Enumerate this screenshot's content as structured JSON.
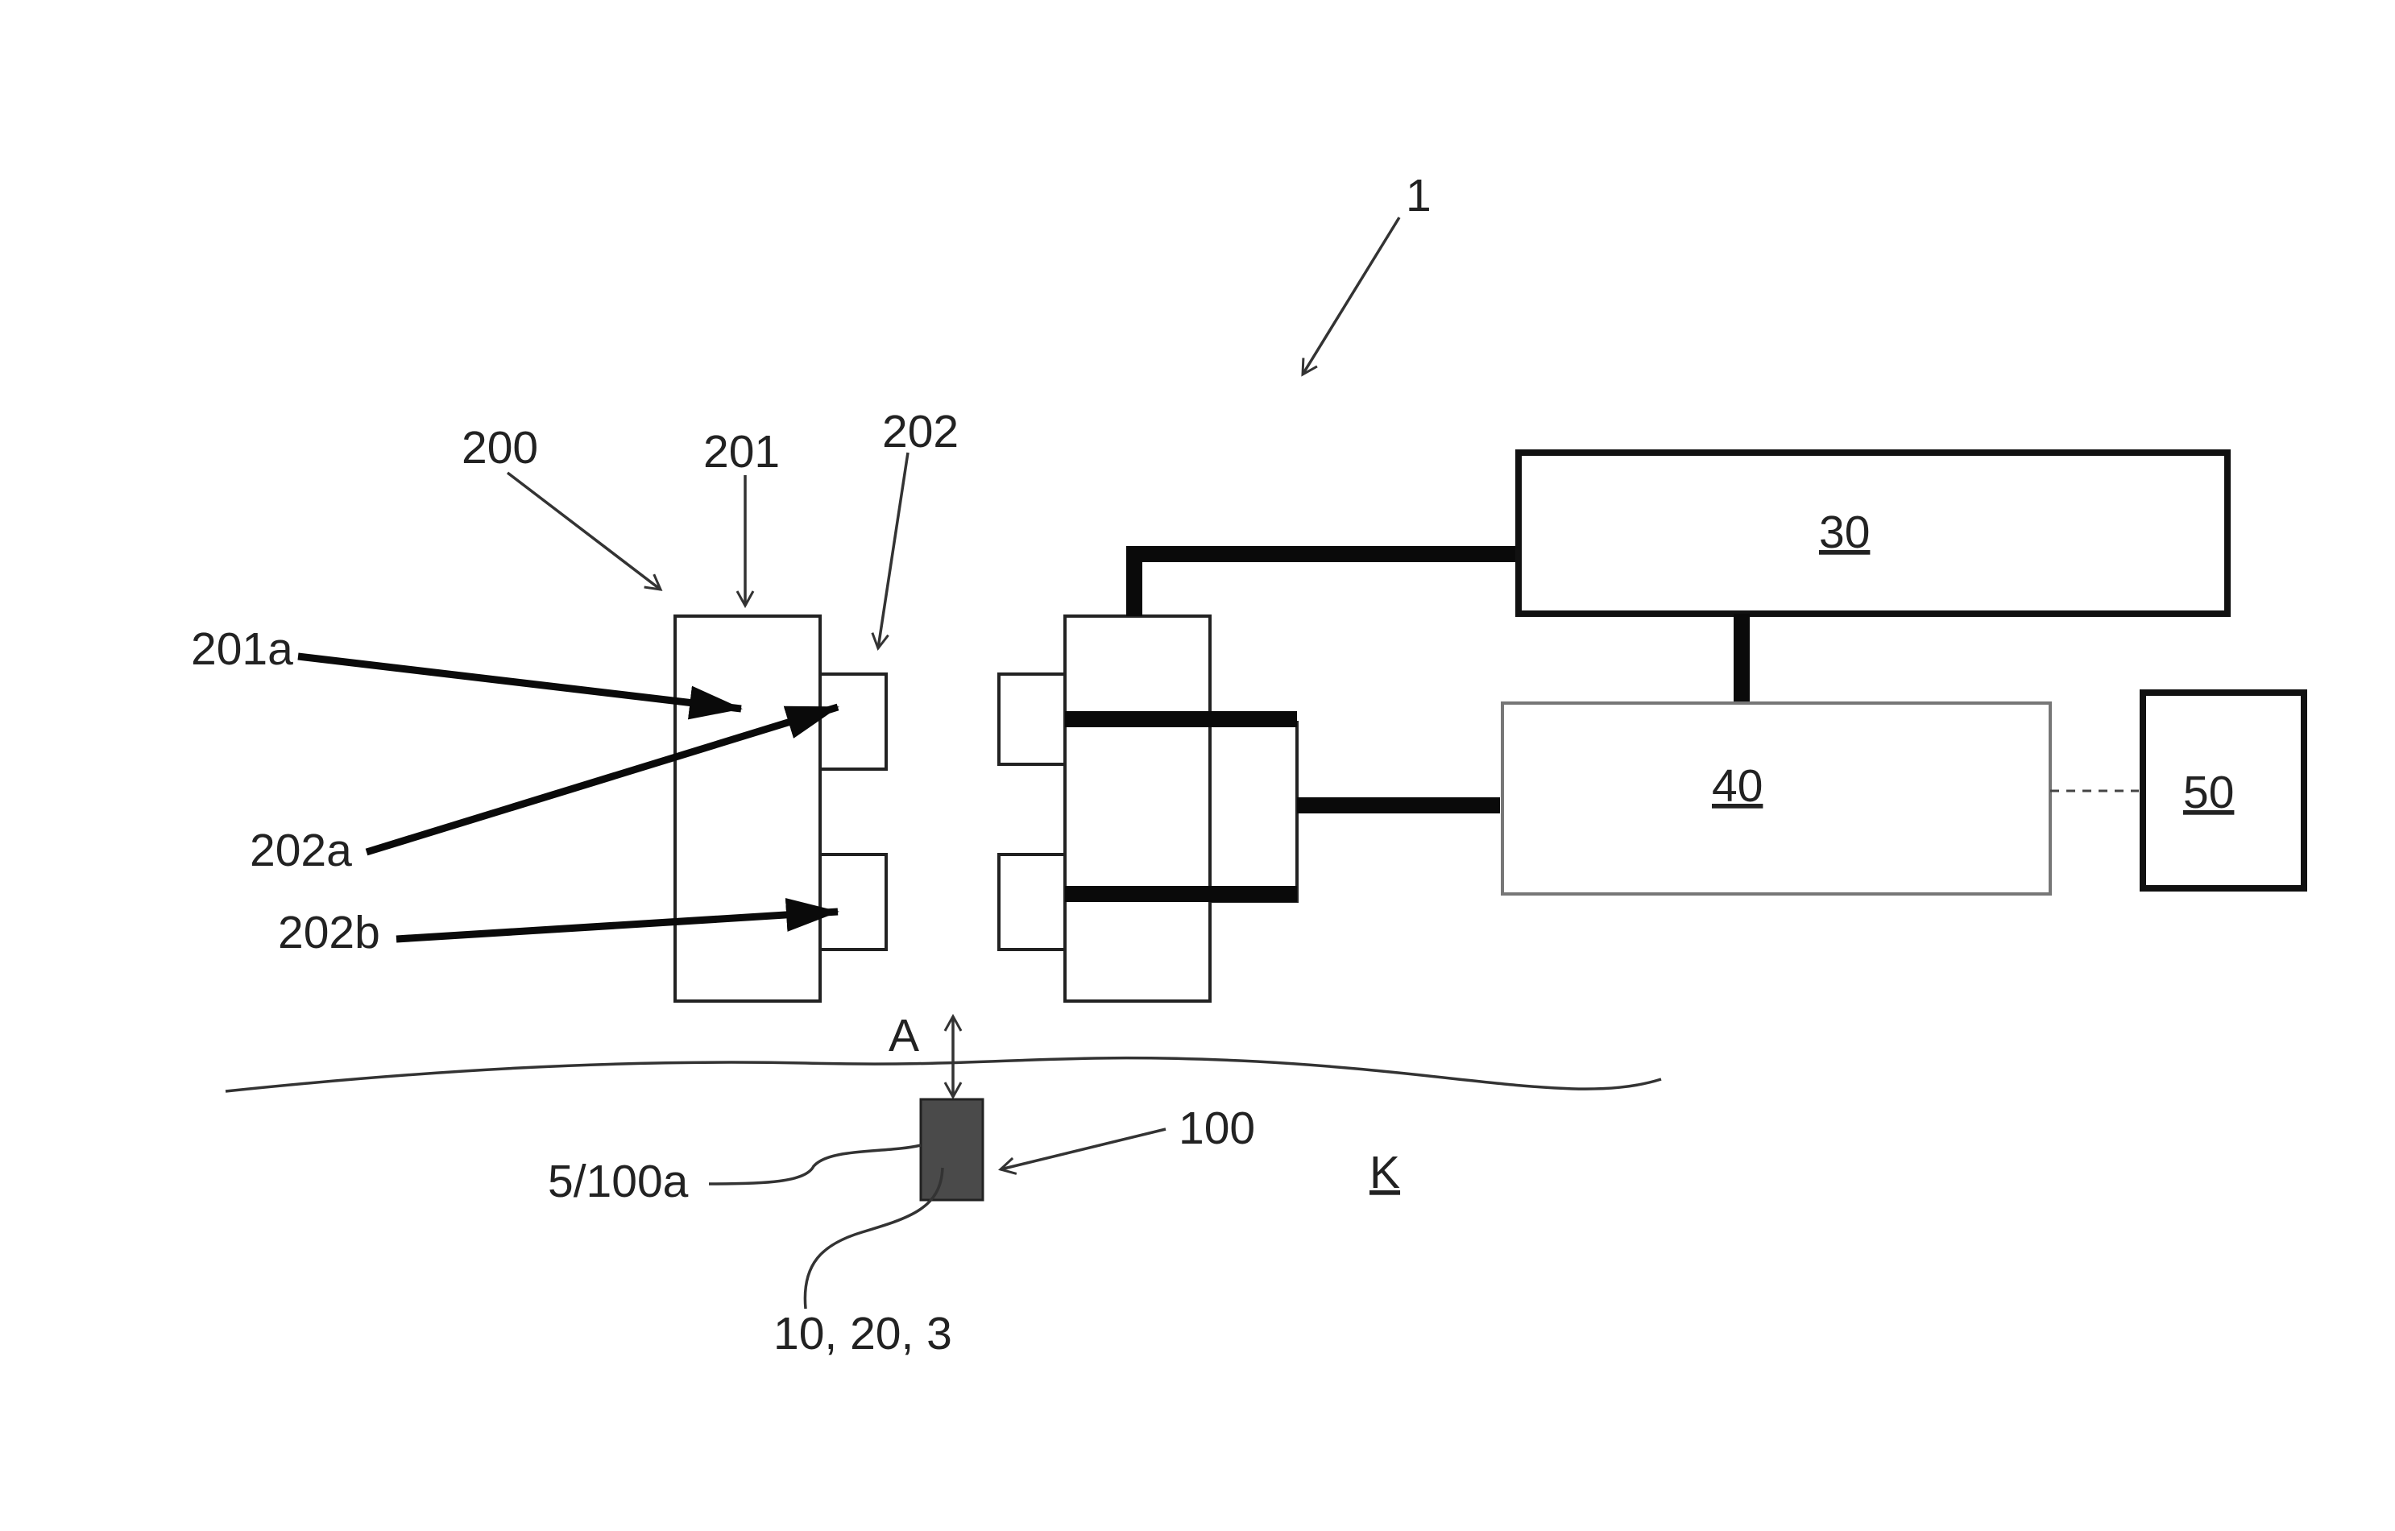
{
  "labels": {
    "system": "1",
    "device": "200",
    "part_201": "201",
    "part_202": "202",
    "part_201a": "201a",
    "part_202a": "202a",
    "part_202b": "202b",
    "direction": "A",
    "implant": "100",
    "implant_surface": "5/100a",
    "implant_parts": "10, 20, 3",
    "body": "K"
  },
  "blocks": {
    "b30": "30",
    "b40": "40",
    "b50": "50"
  },
  "colors": {
    "line": "#111111",
    "implant_fill": "#4a4a4a",
    "box_gray": "#777777"
  }
}
